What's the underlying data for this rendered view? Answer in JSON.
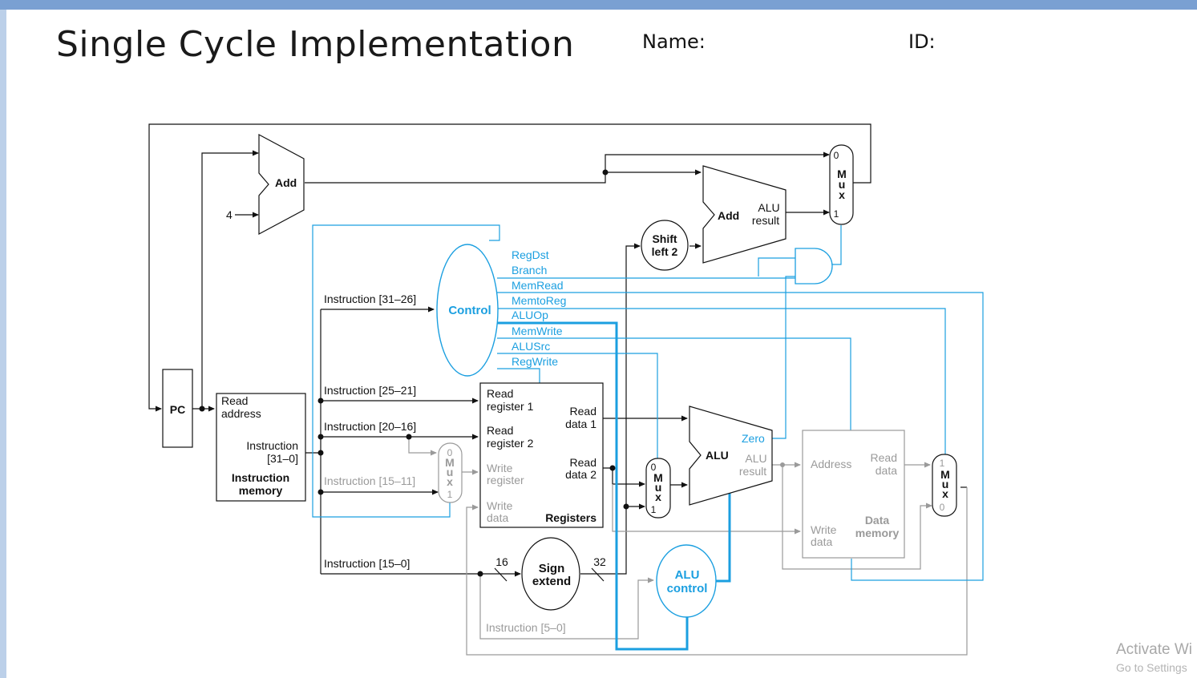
{
  "slide": {
    "title": "Single Cycle Implementation",
    "name_label": "Name:",
    "id_label": "ID:"
  },
  "watermark": {
    "activate": "Activate Wi",
    "goto": "Go to Settings"
  },
  "colors": {
    "control": "#1b9fe0",
    "datapath": "#111111",
    "inactive": "#9a9a9a"
  },
  "diagram": {
    "pc": "PC",
    "adder_pc": "Add",
    "const_four": "4",
    "adder_branch": "Add",
    "adder_branch_result": [
      "ALU",
      "result"
    ],
    "shift_left": [
      "Shift",
      "left 2"
    ],
    "control": "Control",
    "control_signals": [
      "RegDst",
      "Branch",
      "MemRead",
      "MemtoReg",
      "ALUOp",
      "MemWrite",
      "ALUSrc",
      "RegWrite"
    ],
    "instr_fields": [
      "Instruction [31–26]",
      "Instruction [25–21]",
      "Instruction [20–16]",
      "Instruction [15–11]",
      "Instruction [15–0]",
      "Instruction [5–0]"
    ],
    "instr_mem": {
      "read_address": [
        "Read",
        "address"
      ],
      "instruction": [
        "Instruction",
        "[31–0]"
      ],
      "name": [
        "Instruction",
        "memory"
      ]
    },
    "registers": {
      "read_reg1": [
        "Read",
        "register 1"
      ],
      "read_reg2": [
        "Read",
        "register 2"
      ],
      "write_reg": [
        "Write",
        "register"
      ],
      "write_data": [
        "Write",
        "data"
      ],
      "read_data1": [
        "Read",
        "data 1"
      ],
      "read_data2": [
        "Read",
        "data 2"
      ],
      "name": "Registers"
    },
    "alu": {
      "name": "ALU",
      "zero": "Zero",
      "result": [
        "ALU",
        "result"
      ]
    },
    "sign_extend": {
      "name": [
        "Sign",
        "extend"
      ],
      "in_bits": "16",
      "out_bits": "32"
    },
    "alu_control": [
      "ALU",
      "control"
    ],
    "data_memory": {
      "address": "Address",
      "read_data": [
        "Read",
        "data"
      ],
      "write_data": [
        "Write",
        "data"
      ],
      "name": [
        "Data",
        "memory"
      ]
    },
    "mux_letters": [
      "M",
      "u",
      "x"
    ],
    "mux_ports": {
      "zero": "0",
      "one": "1"
    }
  }
}
